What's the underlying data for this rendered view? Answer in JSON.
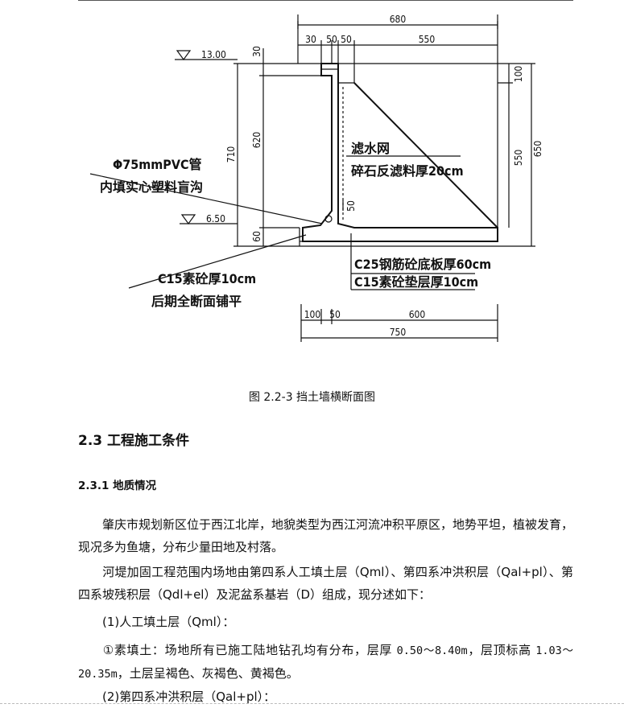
{
  "figure": {
    "dims": {
      "d680": "680",
      "d30": "30",
      "d50a": "50",
      "d50b": "50",
      "d550top": "550",
      "v30": "30",
      "v710": "710",
      "v620": "620",
      "v60": "60",
      "v50": "50",
      "r100": "100",
      "r550": "550",
      "r650": "650",
      "b100": "100",
      "b50": "50",
      "b600": "600",
      "b750": "750"
    },
    "elevations": {
      "top": "13.00",
      "bottom": "6.50"
    },
    "labels": {
      "filter_net": "滤水网",
      "gravel": "碎石反滤料厚20cm",
      "pipe_line1": "Φ75mmPVC管",
      "pipe_line2": "内填实心塑料盲沟",
      "c25": "C25钢筋砼底板厚60cm",
      "c15_cushion": "C15素砼垫层厚10cm",
      "c15_left_line1": "C15素砼厚10cm",
      "c15_left_line2": "后期全断面铺平"
    },
    "caption": "图 2.2-3 挡土墙横断面图"
  },
  "section": {
    "heading": "2.3 工程施工条件",
    "subheading": "2.3.1 地质情况",
    "paragraphs": {
      "p1": "肇庆市规划新区位于西江北岸，地貌类型为西江河流冲积平原区，地势平坦，植被发育，现况多为鱼塘，分布少量田地及村落。",
      "p2": "河堤加固工程范围内场地由第四系人工填土层（Qml）、第四系冲洪积层（Qal+pl）、第四系坡残积层（Qdl+el）及泥盆系基岩（D）组成，现分述如下：",
      "p3": "(1)人工填土层（Qml）：",
      "p4a": "①素填土：场地所有已施工陆地钻孔均有分布，层厚 ",
      "p4b": "0.50～8.40m",
      "p4c": "，层顶标高 ",
      "p4d": "1.03～20.35m",
      "p4e": "，土层呈褐色、灰褐色、黄褐色。",
      "p5": "(2)第四系冲洪积层（Qal+pl）："
    }
  }
}
